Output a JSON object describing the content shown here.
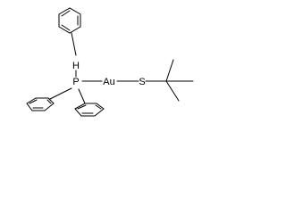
{
  "structure": {
    "atoms": {
      "hydrogen": "H",
      "phosphorus": "P",
      "gold": "Au",
      "sulfur": "S"
    },
    "substituents": {
      "phosphine": [
        "phenyl",
        "phenyl",
        "phenyl"
      ],
      "thiolate": "tert-butyl"
    }
  }
}
